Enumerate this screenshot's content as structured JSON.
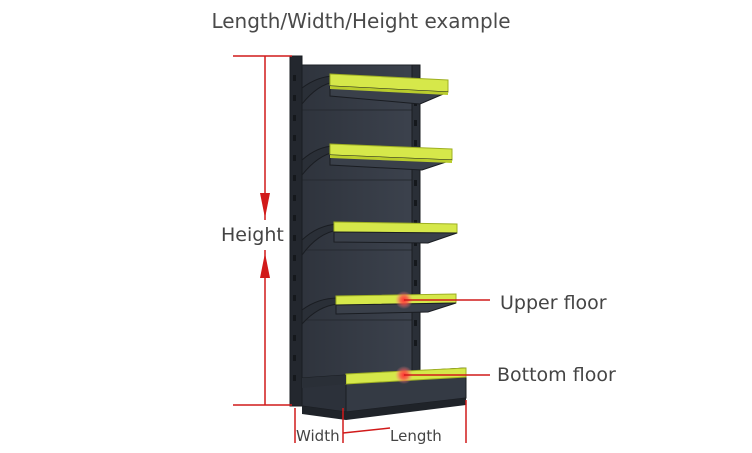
{
  "title": "Length/Width/Height example",
  "labels": {
    "height": "Height",
    "upper_floor": "Upper floor",
    "bottom_floor": "Bottom floor",
    "width": "Width",
    "length": "Length"
  },
  "colors": {
    "shelf_body": "#2c313a",
    "shelf_panel": "#343a44",
    "shelf_edge": "#1e2228",
    "shelf_top": "#d6e84a",
    "shelf_top_front": "#b9cc2c",
    "dimension_line": "#d11a1a",
    "marker": "#e23a3a"
  },
  "icons": {
    "marker": "red-glow-dot",
    "arrow": "red-arrowhead"
  }
}
